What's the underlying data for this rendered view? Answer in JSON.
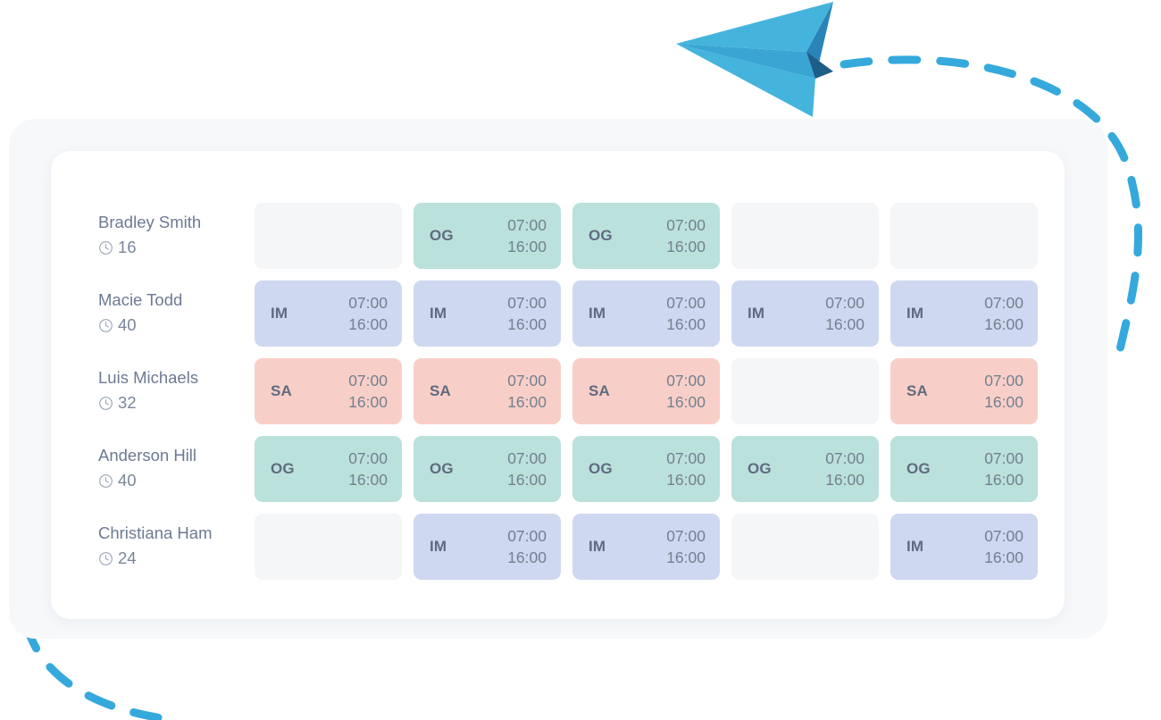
{
  "decor": {
    "plane": {
      "name": "paper-plane",
      "color_light": "#45b4dd",
      "color_mid": "#3aa5d3",
      "color_dark": "#2a84b8",
      "color_shadow": "#1d5e86"
    },
    "trail": {
      "name": "dashed-flight-trail",
      "color": "#36a9dc",
      "dash": "28 26"
    }
  },
  "card": {
    "background": "#ffffff",
    "frame_background": "#f6f8fa"
  },
  "legend": {
    "shift_colors": {
      "OG": "#bbe1dc",
      "IM": "#ced8f0",
      "SA": "#f8cfc8",
      "empty": "#f4f6f8"
    }
  },
  "schedule": {
    "column_count": 5,
    "rows": [
      {
        "employee": "Bradley Smith",
        "hours": "16",
        "hours_icon": "clock-icon",
        "shifts": [
          {
            "code": "",
            "start": "",
            "end": "",
            "type": "empty"
          },
          {
            "code": "OG",
            "start": "07:00",
            "end": "16:00",
            "type": "og"
          },
          {
            "code": "OG",
            "start": "07:00",
            "end": "16:00",
            "type": "og"
          },
          {
            "code": "",
            "start": "",
            "end": "",
            "type": "empty"
          },
          {
            "code": "",
            "start": "",
            "end": "",
            "type": "empty"
          }
        ]
      },
      {
        "employee": "Macie Todd",
        "hours": "40",
        "hours_icon": "clock-icon",
        "shifts": [
          {
            "code": "IM",
            "start": "07:00",
            "end": "16:00",
            "type": "im"
          },
          {
            "code": "IM",
            "start": "07:00",
            "end": "16:00",
            "type": "im"
          },
          {
            "code": "IM",
            "start": "07:00",
            "end": "16:00",
            "type": "im"
          },
          {
            "code": "IM",
            "start": "07:00",
            "end": "16:00",
            "type": "im"
          },
          {
            "code": "IM",
            "start": "07:00",
            "end": "16:00",
            "type": "im"
          }
        ]
      },
      {
        "employee": "Luis Michaels",
        "hours": "32",
        "hours_icon": "clock-icon",
        "shifts": [
          {
            "code": "SA",
            "start": "07:00",
            "end": "16:00",
            "type": "sa"
          },
          {
            "code": "SA",
            "start": "07:00",
            "end": "16:00",
            "type": "sa"
          },
          {
            "code": "SA",
            "start": "07:00",
            "end": "16:00",
            "type": "sa"
          },
          {
            "code": "",
            "start": "",
            "end": "",
            "type": "empty"
          },
          {
            "code": "SA",
            "start": "07:00",
            "end": "16:00",
            "type": "sa"
          }
        ]
      },
      {
        "employee": "Anderson Hill",
        "hours": "40",
        "hours_icon": "clock-icon",
        "shifts": [
          {
            "code": "OG",
            "start": "07:00",
            "end": "16:00",
            "type": "og"
          },
          {
            "code": "OG",
            "start": "07:00",
            "end": "16:00",
            "type": "og"
          },
          {
            "code": "OG",
            "start": "07:00",
            "end": "16:00",
            "type": "og"
          },
          {
            "code": "OG",
            "start": "07:00",
            "end": "16:00",
            "type": "og"
          },
          {
            "code": "OG",
            "start": "07:00",
            "end": "16:00",
            "type": "og"
          }
        ]
      },
      {
        "employee": "Christiana Ham",
        "hours": "24",
        "hours_icon": "clock-icon",
        "shifts": [
          {
            "code": "",
            "start": "",
            "end": "",
            "type": "empty"
          },
          {
            "code": "IM",
            "start": "07:00",
            "end": "16:00",
            "type": "im"
          },
          {
            "code": "IM",
            "start": "07:00",
            "end": "16:00",
            "type": "im"
          },
          {
            "code": "",
            "start": "",
            "end": "",
            "type": "empty"
          },
          {
            "code": "IM",
            "start": "07:00",
            "end": "16:00",
            "type": "im"
          }
        ]
      }
    ]
  }
}
